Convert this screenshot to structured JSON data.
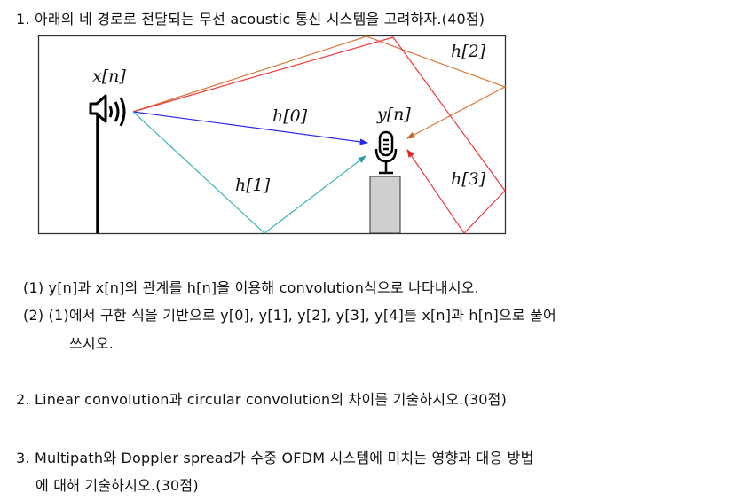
{
  "q1": {
    "title": "1. 아래의 네 경로로 전달되는 무선 acoustic 통신 시스템을 고려하자.(40점)",
    "diagram": {
      "source_label": "x[n]",
      "receiver_label": "y[n]",
      "paths": [
        {
          "label": "h[0]",
          "color": "#2b2bf0"
        },
        {
          "label": "h[1]",
          "color": "#3bb3b3"
        },
        {
          "label": "h[2]",
          "color": "#d77a3a"
        },
        {
          "label": "h[3]",
          "color": "#f03a3a"
        }
      ]
    },
    "sub1": "(1) y[n]과 x[n]의 관계를 h[n]을 이용해 convolution식으로 나타내시오.",
    "sub2_line1": "(2) (1)에서 구한 식을 기반으로 y[0], y[1], y[2], y[3], y[4]를 x[n]과 h[n]으로 풀어",
    "sub2_line2": "쓰시오."
  },
  "q2": {
    "text": "2. Linear convolution과 circular convolution의 차이를 기술하시오.(30점)"
  },
  "q3": {
    "line1": "3. Multipath와 Doppler spread가 수중 OFDM 시스템에 미치는 영향과 대응 방법",
    "line2": "에 대해 기술하시오.(30점)"
  }
}
